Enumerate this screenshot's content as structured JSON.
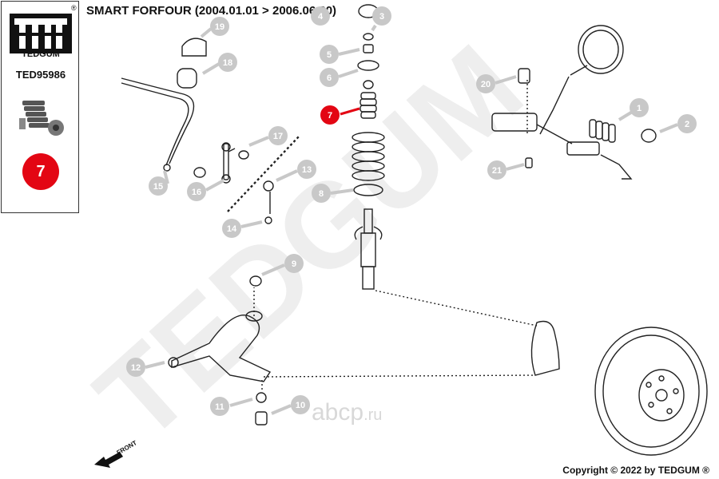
{
  "brand": {
    "name": "TEDGUM",
    "registered_mark": "®"
  },
  "part_number": "TED95986",
  "selected_position": "7",
  "header": {
    "title": "SMART FORFOUR  (2004.01.01 > 2006.06.30)"
  },
  "diagram": {
    "callouts": [
      "1",
      "2",
      "3",
      "4",
      "5",
      "6",
      "7",
      "8",
      "9",
      "10",
      "11",
      "12",
      "13",
      "14",
      "15",
      "16",
      "17",
      "18",
      "19",
      "20",
      "21"
    ],
    "direction_label": "FRONT",
    "watermark": "TEDGUM"
  },
  "site_watermark": {
    "name": "abcp",
    "tld": ".ru"
  },
  "footer": {
    "copyright": "Copyright © 2022 by TEDGUM ®"
  },
  "colors": {
    "highlight": "#e30613",
    "callout_grey": "#c8c8c8",
    "watermark": "#ececec",
    "line": "#222222"
  }
}
